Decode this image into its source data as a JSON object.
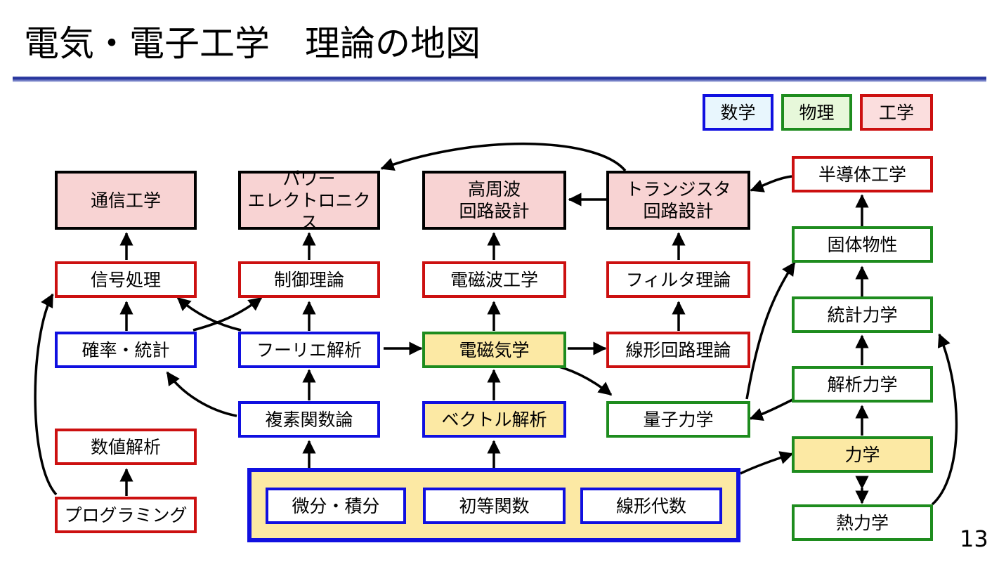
{
  "title": "電気・電子工学　理論の地図",
  "page_number": "13",
  "legend": {
    "math": "数学",
    "physics": "物理",
    "engineering": "工学"
  },
  "nodes": {
    "tsushin": "通信工学",
    "power": "パワー\nエレクトロニクス",
    "koshuha": "高周波\n回路設計",
    "transistor": "トランジスタ\n回路設計",
    "handotai": "半導体工学",
    "shingo": "信号処理",
    "seigyo": "制御理論",
    "denjiha": "電磁波工学",
    "filter": "フィルタ理論",
    "kotai": "固体物性",
    "kakuritsu": "確率・統計",
    "fourier": "フーリエ解析",
    "denjiki": "電磁気学",
    "senkei_kairo": "線形回路理論",
    "tokei_rikigaku": "統計力学",
    "kaiseki_rikigaku": "解析力学",
    "fukuso": "複素関数論",
    "vector": "ベクトル解析",
    "ryoshi": "量子力学",
    "suchi": "数値解析",
    "rikigaku": "力学",
    "program": "プログラミング",
    "bibun": "微分・積分",
    "shoto": "初等関数",
    "senkei_daisu": "線形代数",
    "netsu": "熱力学"
  },
  "colors": {
    "math": "#1010e0",
    "physics": "#1e8c1e",
    "engineering": "#cc1010",
    "highlight": "#fce9a4"
  }
}
